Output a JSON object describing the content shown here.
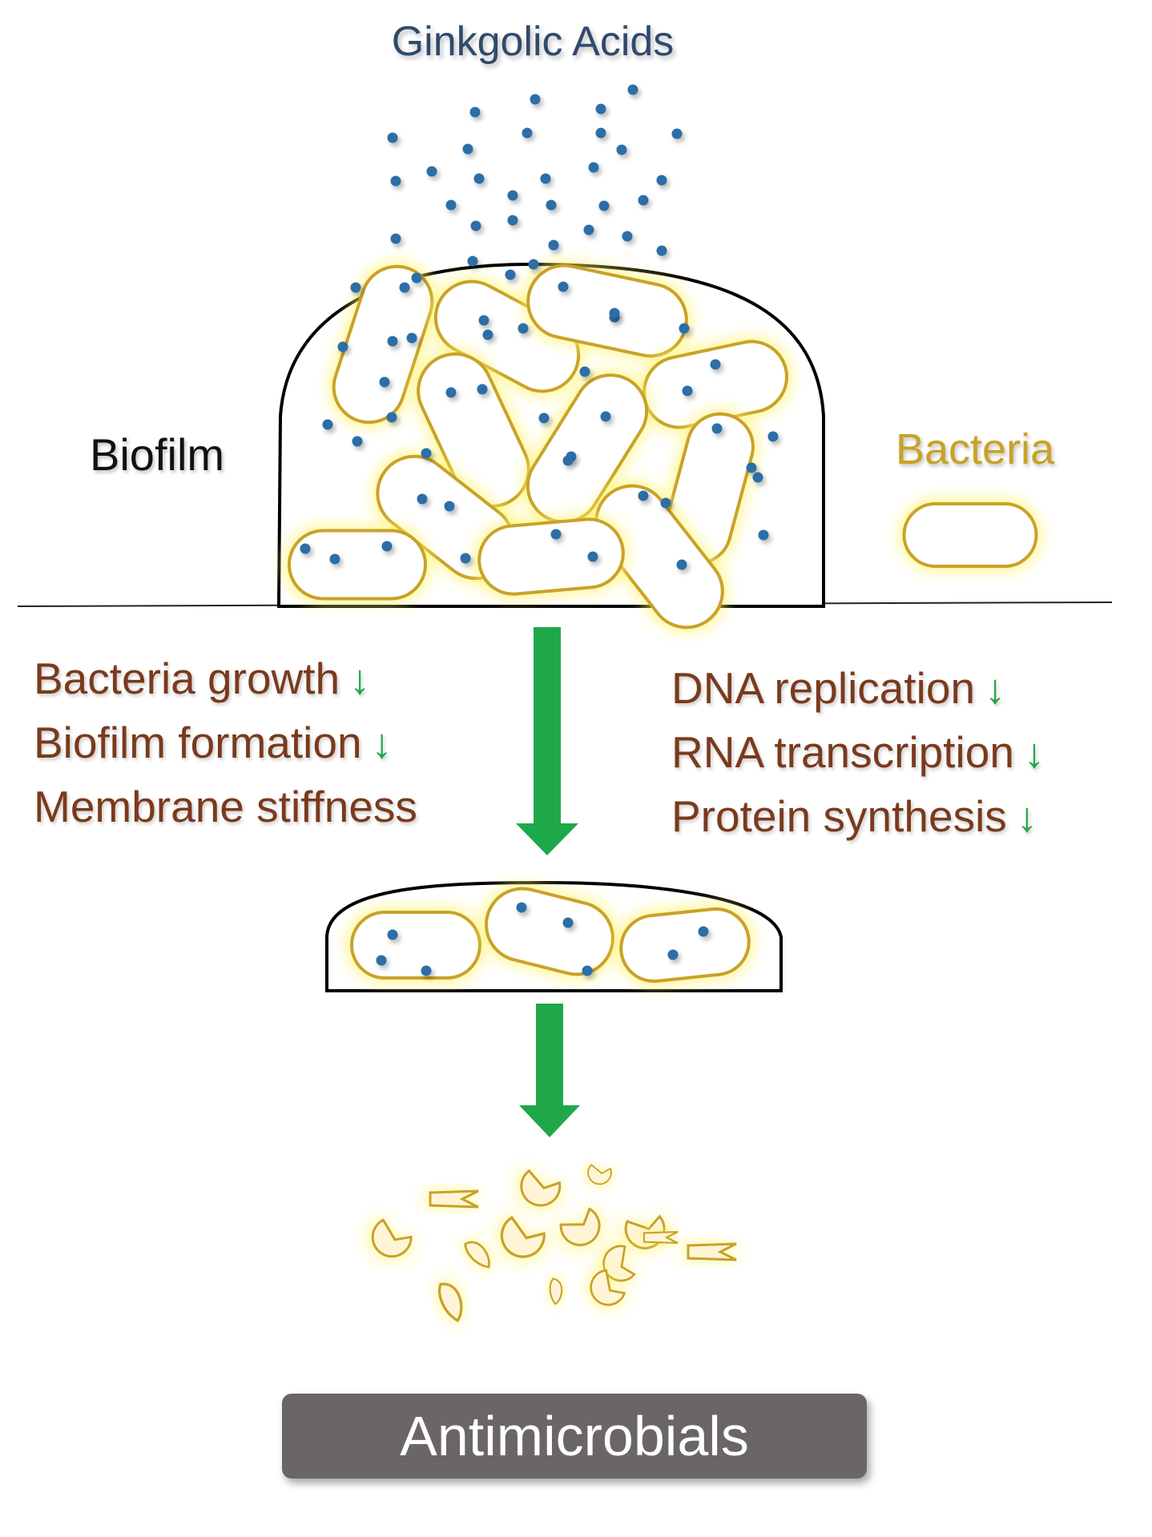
{
  "title": "Ginkgolic Acids",
  "labels": {
    "biofilm": "Biofilm",
    "bacteria": "Bacteria"
  },
  "left_effects": [
    {
      "text": "Bacteria growth",
      "arrow": "↓"
    },
    {
      "text": "Biofilm formation",
      "arrow": "↓"
    },
    {
      "text": "Membrane stiffness",
      "arrow": ""
    }
  ],
  "right_effects": [
    {
      "text": "DNA replication",
      "arrow": "↓"
    },
    {
      "text": "RNA transcription",
      "arrow": "↓"
    },
    {
      "text": "Protein synthesis",
      "arrow": "↓"
    }
  ],
  "banner": "Antimicrobials",
  "colors": {
    "molecule": "#2b6ea8",
    "bacteria_outline": "#c9a227",
    "bacteria_glow": "#fff36b",
    "arrow": "#1fa84a",
    "effect_text": "#7a3a1c",
    "banner_bg": "#6b6666"
  }
}
